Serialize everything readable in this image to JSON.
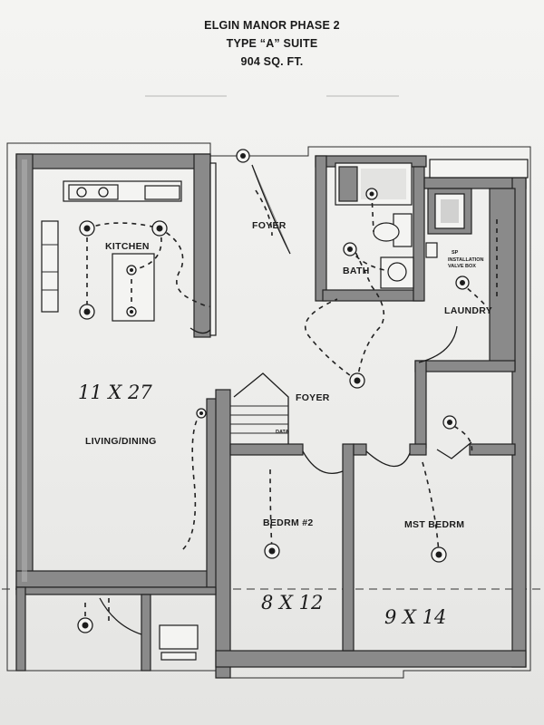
{
  "title": {
    "line1": "ELGIN MANOR PHASE 2",
    "line2": "TYPE “A” SUITE",
    "line3": "904 SQ. FT."
  },
  "rooms": {
    "kitchen": "KITCHEN",
    "living_dining": "LIVING/DINING",
    "foyer_top": "FOYER",
    "foyer_center": "FOYER",
    "bath": "BATH",
    "laundry": "LAUNDRY",
    "bedroom2": "BEDRM #2",
    "master_bedroom": "MST BEDRM"
  },
  "small_labels": {
    "data": "DATA",
    "sp": "SP",
    "valve_box_1": "INSTALLATION",
    "valve_box_2": "VALVE BOX"
  },
  "dimensions": {
    "living": "11 X 27",
    "bedroom2": "8 X 12",
    "master": "9 X 14"
  },
  "icons": {
    "ceiling_light": "ceiling-light-icon",
    "door_swing": "door-swing-icon",
    "toilet": "toilet-icon",
    "sink": "sink-icon",
    "bathtub": "bathtub-icon",
    "washer": "washer-icon",
    "stove": "stove-icon"
  }
}
